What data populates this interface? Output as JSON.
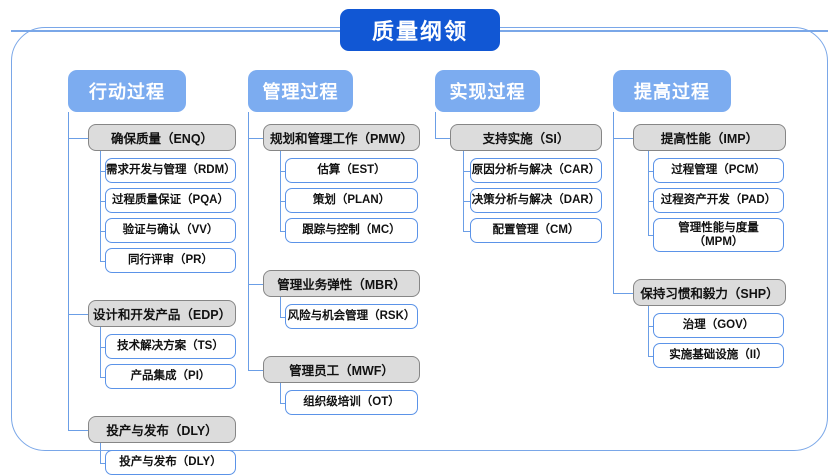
{
  "title": "质量纲领",
  "columns": [
    {
      "id": "col-action",
      "header": "行动过程",
      "groups": [
        {
          "label": "确保质量（ENQ）",
          "children": [
            "需求开发与管理（RDM）",
            "过程质量保证（PQA）",
            "验证与确认（VV）",
            "同行评审（PR）"
          ]
        },
        {
          "label": "设计和开发产品（EDP）",
          "children": [
            "技术解决方案（TS）",
            "产品集成（PI）"
          ]
        },
        {
          "label": "投产与发布（DLY）",
          "children": [
            "投产与发布（DLY）"
          ]
        }
      ]
    },
    {
      "id": "col-manage",
      "header": "管理过程",
      "groups": [
        {
          "label": "规划和管理工作（PMW）",
          "children": [
            "估算（EST）",
            "策划（PLAN）",
            "跟踪与控制（MC）"
          ]
        },
        {
          "label": "管理业务弹性（MBR）",
          "children": [
            "风险与机会管理（RSK）"
          ]
        },
        {
          "label": "管理员工（MWF）",
          "children": [
            "组织级培训（OT）"
          ]
        }
      ]
    },
    {
      "id": "col-implement",
      "header": "实现过程",
      "groups": [
        {
          "label": "支持实施（SI）",
          "children": [
            "原因分析与解决（CAR）",
            "决策分析与解决（DAR）",
            "配置管理（CM）"
          ]
        }
      ]
    },
    {
      "id": "col-improve",
      "header": "提高过程",
      "groups": [
        {
          "label": "提高性能（IMP）",
          "children": [
            "过程管理（PCM）",
            "过程资产开发（PAD）",
            "管理性能与度量\n（MPM）"
          ]
        },
        {
          "label": "保持习惯和毅力（SHP）",
          "children": [
            "治理（GOV）",
            "实施基础设施（II）"
          ]
        }
      ]
    }
  ],
  "colors": {
    "title_bg": "#1157d4",
    "header_bg": "#7cacf0",
    "group_bg": "#dcdcdc",
    "group_border": "#868686",
    "leaf_border": "#5b93e8",
    "line": "#6b9ee6",
    "frame_border": "#7aa7e8"
  }
}
